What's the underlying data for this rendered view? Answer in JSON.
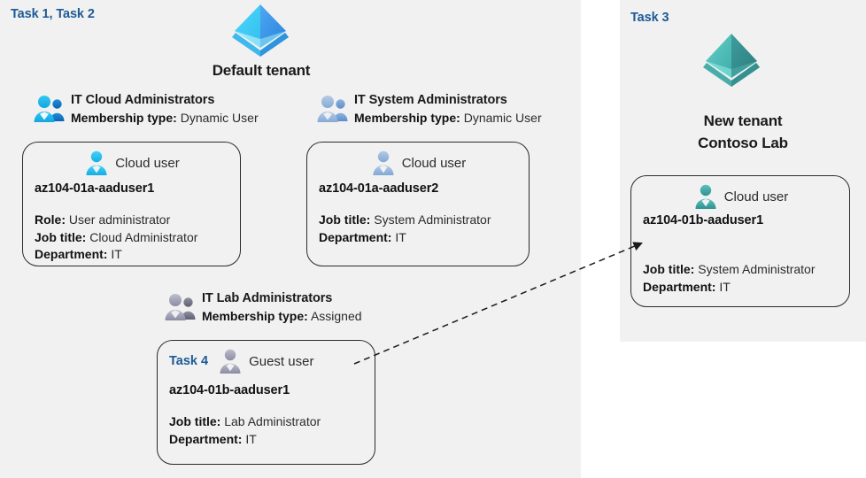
{
  "diagram": {
    "title": "Azure AD tenants, groups and users lab diagram",
    "colors": {
      "panel_background": "#f1f1f1",
      "task_label": "#1c5a96",
      "card_border": "#2b2b2b",
      "tenant_default_icon": "#3cc8f5",
      "tenant_new_icon": "#49b9b2",
      "connector": "#1a1a1a"
    }
  },
  "left_panel": {
    "task_label": "Task 1, Task 2",
    "tenant": {
      "icon": "azure-ad-tenant-icon",
      "title": "Default tenant"
    },
    "groups": [
      {
        "icon": "group-users-icon",
        "name": "IT Cloud Administrators",
        "meta_key": "Membership type:",
        "meta_value": "Dynamic User"
      },
      {
        "icon": "group-users-icon",
        "name": "IT System Administrators",
        "meta_key": "Membership type:",
        "meta_value": "Dynamic User"
      },
      {
        "icon": "group-users-icon",
        "name": "IT Lab Administrators",
        "meta_key": "Membership type:",
        "meta_value": "Assigned"
      }
    ],
    "cards": [
      {
        "task": "",
        "user_icon": "cloud-user-icon",
        "user_type": "Cloud user",
        "uid": "az104-01a-aaduser1",
        "props": [
          {
            "key": "Role:",
            "value": "User administrator"
          },
          {
            "key": "Job title:",
            "value": "Cloud Administrator"
          },
          {
            "key": "Department:",
            "value": "IT"
          }
        ]
      },
      {
        "task": "",
        "user_icon": "cloud-user-icon",
        "user_type": "Cloud user",
        "uid": "az104-01a-aaduser2",
        "props": [
          {
            "key": "Job title:",
            "value": "System Administrator"
          },
          {
            "key": "Department:",
            "value": "IT"
          }
        ]
      },
      {
        "task": "Task 4",
        "user_icon": "guest-user-icon",
        "user_type": "Guest user",
        "uid": "az104-01b-aaduser1",
        "props": [
          {
            "key": "Job title:",
            "value": "Lab Administrator"
          },
          {
            "key": "Department:",
            "value": "IT"
          }
        ]
      }
    ]
  },
  "right_panel": {
    "task_label": "Task 3",
    "tenant": {
      "icon": "azure-ad-tenant-icon",
      "title_line1": "New  tenant",
      "title_line2": "Contoso Lab"
    },
    "card": {
      "user_icon": "cloud-user-icon",
      "user_type": "Cloud user",
      "uid": "az104-01b-aaduser1",
      "props": [
        {
          "key": "Job title:",
          "value": "System Administrator"
        },
        {
          "key": "Department:",
          "value": "IT"
        }
      ]
    }
  },
  "connector": {
    "style": "dashed-arrow",
    "from": "guest-user-card",
    "to": "new-tenant-cloud-user-card"
  }
}
